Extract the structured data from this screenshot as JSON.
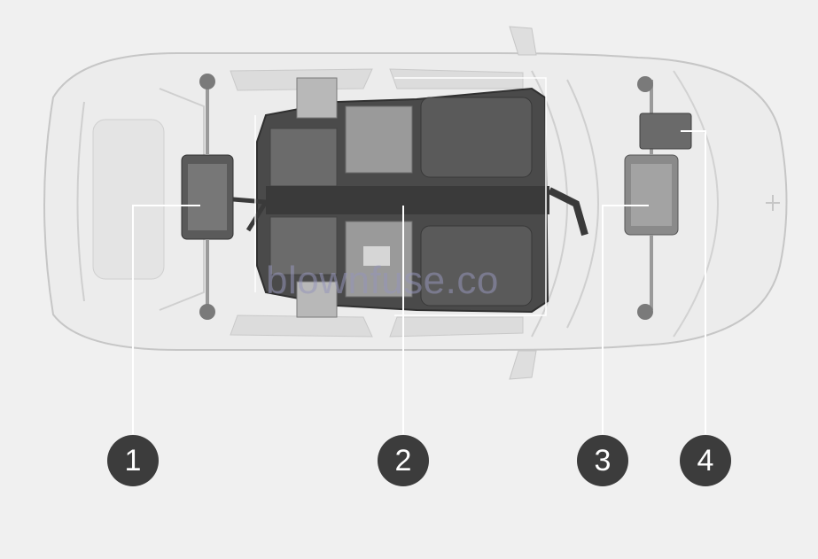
{
  "diagram": {
    "callouts": [
      {
        "id": 1,
        "label": "1"
      },
      {
        "id": 2,
        "label": "2"
      },
      {
        "id": 3,
        "label": "3"
      },
      {
        "id": 4,
        "label": "4"
      }
    ],
    "watermark": "blownfuse.co"
  },
  "colors": {
    "background": "#f0f0f0",
    "car_body": "#ececec",
    "car_outline": "#c9c9c9",
    "battery": "#4a4a4a",
    "callout": "#3c3c3c",
    "leader_line": "#ffffff"
  }
}
